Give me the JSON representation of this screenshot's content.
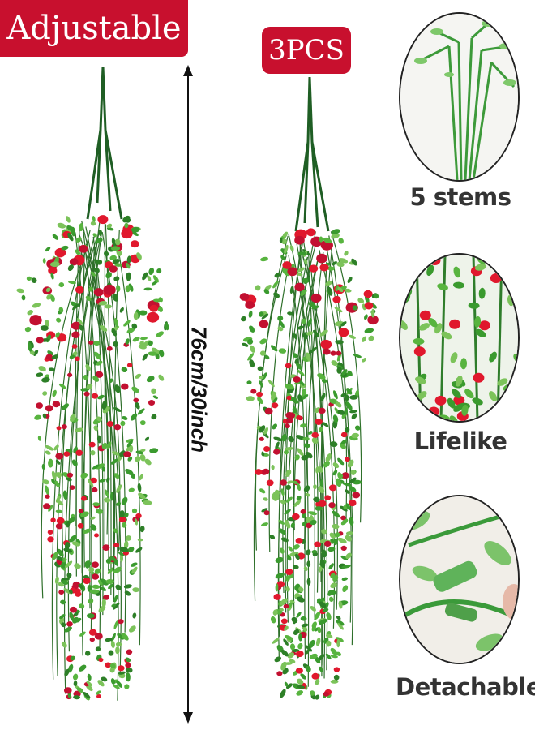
{
  "badges": {
    "adjustable": "Adjustable",
    "quantity": "3PCS"
  },
  "dimension_label": "76cm/30inch",
  "features": [
    {
      "label": "5 stems",
      "icon": "stems-closeup"
    },
    {
      "label": "Lifelike",
      "icon": "flowers-closeup"
    },
    {
      "label": "Detachable",
      "icon": "clip-closeup"
    }
  ],
  "colors": {
    "badge_red": "#c8102e",
    "leaf_green": "#3a9a2e",
    "flower_red": "#e0182d",
    "text_dark": "#333333"
  }
}
